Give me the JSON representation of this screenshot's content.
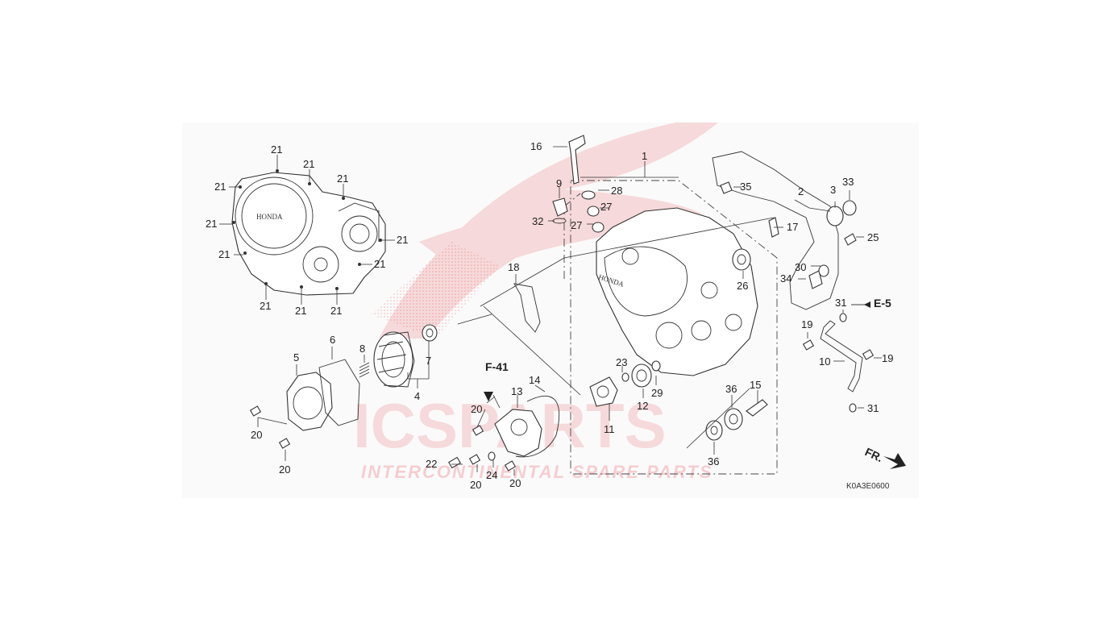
{
  "watermark": {
    "brand": "ICSPARTS",
    "tagline": "INTERCONTINENTAL SPARE PARTS",
    "color": "#e6343a"
  },
  "diagram_code": "K0A3E0600",
  "logo_text": "HONDA",
  "references": {
    "f41": "F-41",
    "e5": "E-5",
    "front": "FR."
  },
  "callouts": {
    "c1": "1",
    "c2": "2",
    "c3": "3",
    "c4": "4",
    "c5": "5",
    "c6": "6",
    "c7": "7",
    "c8": "8",
    "c9": "9",
    "c10": "10",
    "c11": "11",
    "c12": "12",
    "c13": "13",
    "c14": "14",
    "c15": "15",
    "c16": "16",
    "c17": "17",
    "c18": "18",
    "c19": "19",
    "c20": "20",
    "c21": "21",
    "c22": "22",
    "c23": "23",
    "c24": "24",
    "c25": "25",
    "c26": "26",
    "c27": "27",
    "c28": "28",
    "c29": "29",
    "c30": "30",
    "c31": "31",
    "c32": "32",
    "c33": "33",
    "c34": "34",
    "c35": "35",
    "c36": "36"
  }
}
